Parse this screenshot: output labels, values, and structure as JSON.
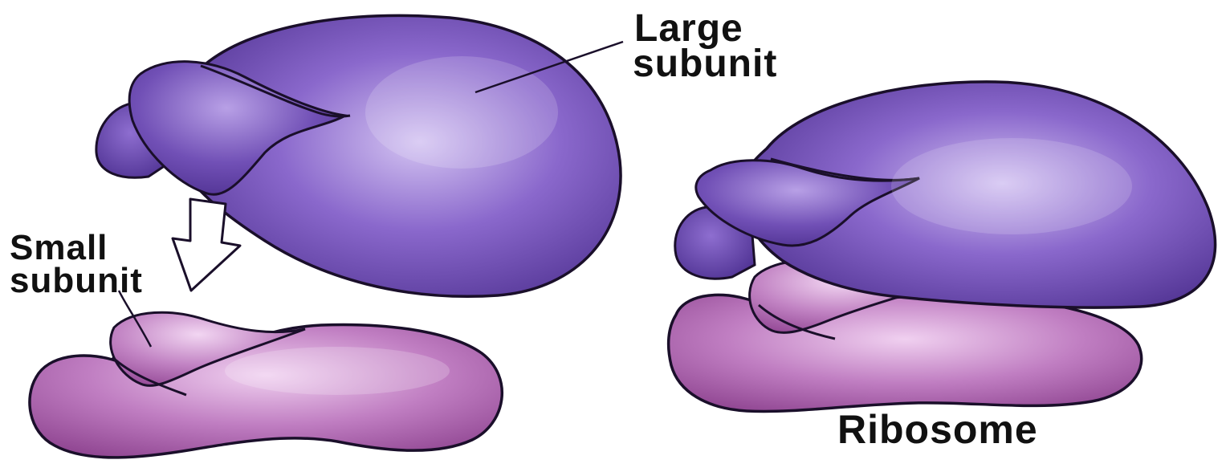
{
  "labels": {
    "large_subunit": [
      "Large",
      "subunit"
    ],
    "small_subunit": [
      "Small",
      "subunit"
    ],
    "ribosome": "Ribosome"
  },
  "colors": {
    "large_subunit_dark": "#4a2d8c",
    "large_subunit_mid": "#7250b8",
    "large_subunit_light": "#c0acea",
    "small_subunit_dark": "#8a3f8c",
    "small_subunit_mid": "#b56cb5",
    "small_subunit_light": "#ecc5ec",
    "outline": "#1a0f2a"
  },
  "icons": {
    "assembly_arrow": "hollow-down-arrow"
  }
}
